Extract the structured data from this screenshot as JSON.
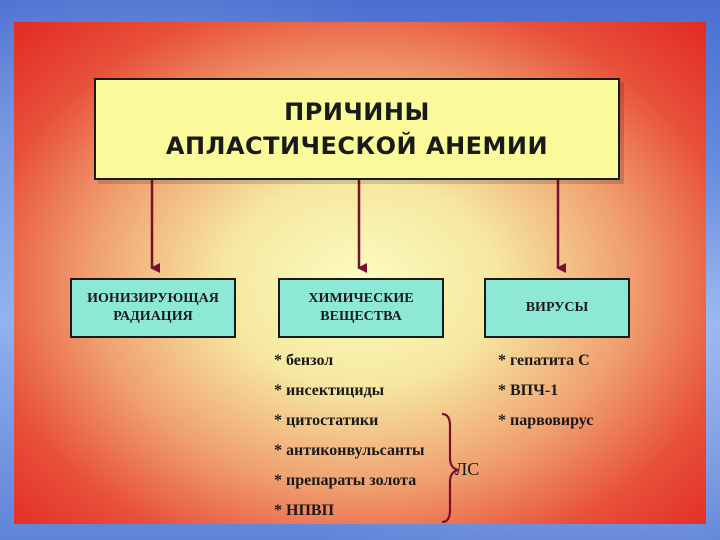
{
  "title": {
    "line1": "ПРИЧИНЫ",
    "line2": "АПЛАСТИЧЕСКОЙ  АНЕМИИ"
  },
  "categories": [
    {
      "line1": "ИОНИЗИРУЮЩАЯ",
      "line2": "РАДИАЦИЯ"
    },
    {
      "line1": "ХИМИЧЕСКИЕ",
      "line2": "ВЕЩЕСТВА"
    },
    {
      "line1": "ВИРУСЫ",
      "line2": ""
    }
  ],
  "chemicals": [
    "* бензол",
    "* инсектициды",
    "* цитостатики",
    "* антиконвульсанты",
    "* препараты золота",
    "* НПВП"
  ],
  "viruses": [
    "* гепатита С",
    "* ВПЧ-1",
    "* парвовирус"
  ],
  "bracket_label": "ЛС",
  "colors": {
    "title_box": "#fafa9a",
    "category_box": "#8ee8d6",
    "arrow": "#7a1030"
  }
}
